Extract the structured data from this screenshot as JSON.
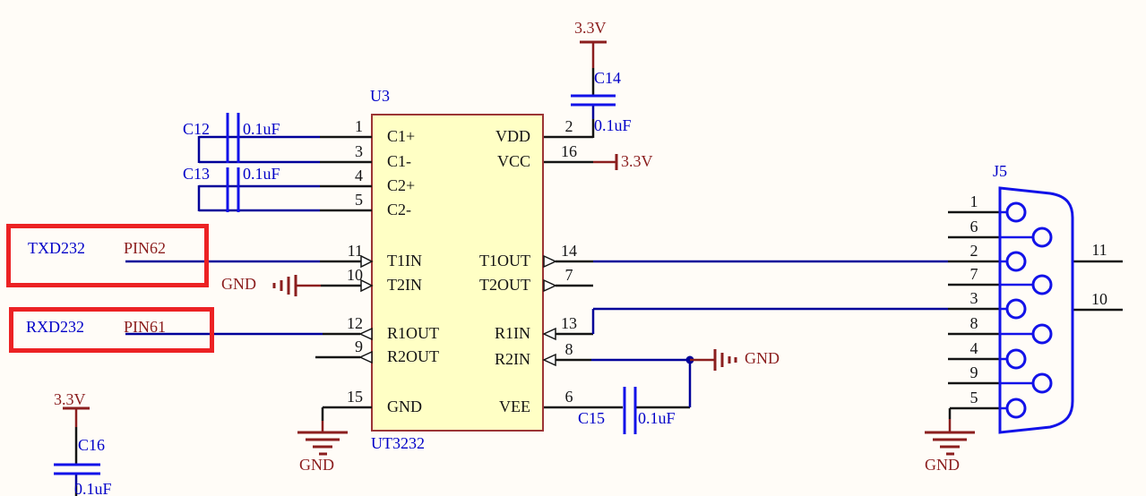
{
  "chip": {
    "designator": "U3",
    "part": "UT3232",
    "left_pins": [
      {
        "num": "1",
        "name": "C1+"
      },
      {
        "num": "3",
        "name": "C1-"
      },
      {
        "num": "4",
        "name": "C2+"
      },
      {
        "num": "5",
        "name": "C2-"
      },
      {
        "num": "11",
        "name": "T1IN"
      },
      {
        "num": "10",
        "name": "T2IN"
      },
      {
        "num": "12",
        "name": "R1OUT"
      },
      {
        "num": "9",
        "name": "R2OUT"
      },
      {
        "num": "15",
        "name": "GND"
      }
    ],
    "right_pins": [
      {
        "num": "2",
        "name": "VDD"
      },
      {
        "num": "16",
        "name": "VCC"
      },
      {
        "num": "14",
        "name": "T1OUT"
      },
      {
        "num": "7",
        "name": "T2OUT"
      },
      {
        "num": "13",
        "name": "R1IN"
      },
      {
        "num": "8",
        "name": "R2IN"
      },
      {
        "num": "6",
        "name": "VEE"
      }
    ]
  },
  "capacitors": {
    "c12": {
      "ref": "C12",
      "value": "0.1uF"
    },
    "c13": {
      "ref": "C13",
      "value": "0.1uF"
    },
    "c14": {
      "ref": "C14",
      "value": "0.1uF"
    },
    "c15": {
      "ref": "C15",
      "value": "0.1uF"
    },
    "c16": {
      "ref": "C16",
      "value": "0.1uF"
    }
  },
  "power": {
    "v33_top": "3.3V",
    "v33_vcc": "3.3V",
    "v33_c16": "3.3V",
    "gnd_t2in": "GND",
    "gnd_r2in": "GND",
    "gnd_chip": "GND",
    "gnd_j5": "GND"
  },
  "connector": {
    "designator": "J5",
    "left_pins": [
      "1",
      "6",
      "2",
      "7",
      "3",
      "8",
      "4",
      "9",
      "5"
    ],
    "right_pins": [
      "11",
      "10"
    ]
  },
  "highlights": {
    "txd": {
      "signal": "TXD232",
      "pin": "PIN62"
    },
    "rxd": {
      "signal": "RXD232",
      "pin": "PIN61"
    }
  },
  "colors": {
    "background": "#fffcf7",
    "wire_black": "#141414",
    "net_navy": "#000099",
    "component_blue": "#1212e8",
    "label_blue": "#0000c8",
    "power_dark_red": "#8b1e1e",
    "chip_fill": "#ffffc5",
    "chip_border": "#9c3535",
    "highlight_red": "#ec2224"
  }
}
